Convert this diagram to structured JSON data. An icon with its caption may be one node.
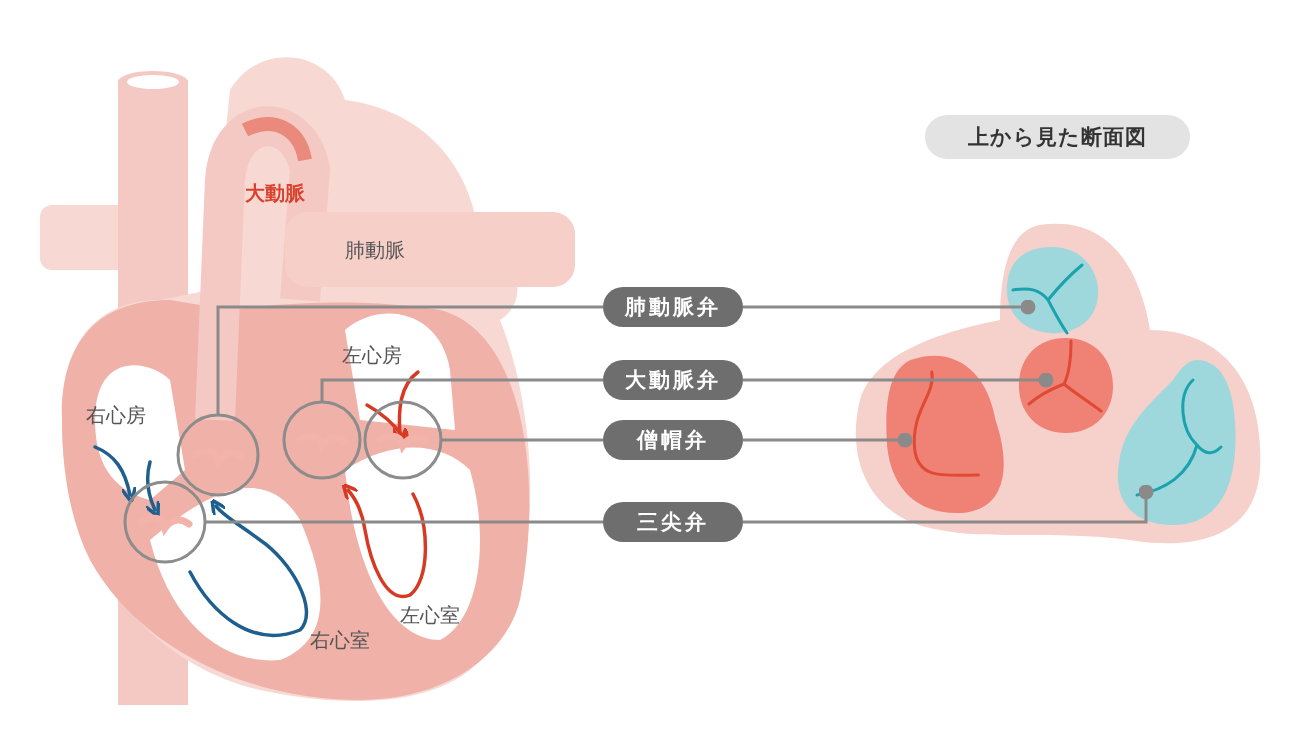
{
  "diagram": {
    "nodes": [
      {
        "text": [
          "上から見た断面図"
        ]
      },
      {
        "text": [
          "肺動脈弁"
        ]
      },
      {
        "text": [
          "大動脈弁"
        ]
      },
      {
        "text": [
          "僧帽弁"
        ]
      },
      {
        "text": [
          "三尖弁"
        ]
      },
      {
        "text": [],
        "shape": "circle"
      },
      {
        "text": [],
        "shape": "circle"
      },
      {
        "text": [],
        "shape": "circle"
      },
      {
        "text": [],
        "shape": "circle"
      },
      {
        "text": [],
        "shape": "circle"
      },
      {
        "text": [],
        "shape": "circle"
      },
      {
        "text": [],
        "shape": "circle"
      },
      {
        "text": [],
        "shape": "circle"
      }
    ],
    "edges": [
      {
        "from": 1,
        "to": 6,
        "arrow": "none"
      },
      {
        "from": 1,
        "to": 10,
        "arrow": "other"
      },
      {
        "from": 2,
        "to": 7,
        "arrow": "none"
      },
      {
        "from": 2,
        "to": 11,
        "arrow": "other"
      },
      {
        "from": 3,
        "to": 8,
        "arrow": "none"
      },
      {
        "from": 3,
        "to": 9,
        "arrow": "other"
      },
      {
        "from": 4,
        "to": 5,
        "arrow": "none"
      },
      {
        "from": 4,
        "to": 12,
        "arrow": "other"
      }
    ],
    "labels": [
      "大動脈",
      "肺動脈",
      "左心房",
      "右心房",
      "左心室",
      "右心室"
    ]
  }
}
